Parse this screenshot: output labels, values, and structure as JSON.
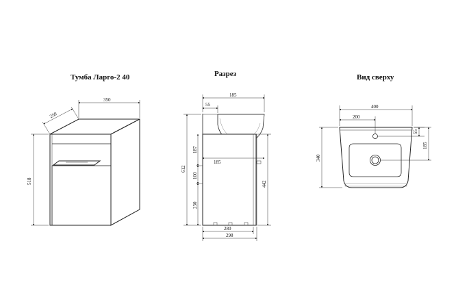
{
  "titles": {
    "front": "Тумба Ларго-2  40",
    "section": "Разрез",
    "top": "Вид сверху"
  },
  "front_view": {
    "depth": "250",
    "width": "350",
    "height": "518"
  },
  "section_view": {
    "top_width": "185",
    "offset": "55",
    "mid_width": "185",
    "upper": "187",
    "total_height": "612",
    "step": "100",
    "lower": "230",
    "cabinet_height": "442",
    "inner_width": "280",
    "outer_width": "298"
  },
  "top_view": {
    "width": "400",
    "half": "200",
    "depth": "340",
    "hole_offset": "55",
    "drain_offset": "185"
  },
  "colors": {
    "line": "#222222",
    "paper": "#ffffff"
  }
}
